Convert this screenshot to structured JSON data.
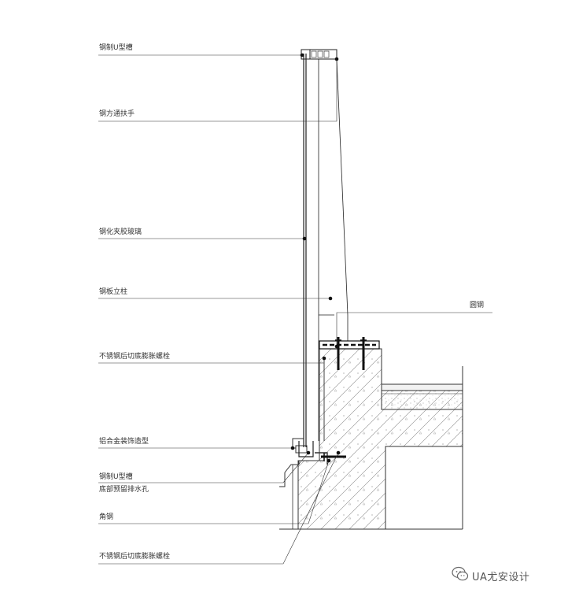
{
  "labels": {
    "u_channel_top": "钢制U型槽",
    "steel_tube_handrail": "钢方通扶手",
    "laminated_glass": "钢化夹胶玻璃",
    "steel_plate_post": "钢板立柱",
    "round_steel": "圆钢",
    "anchor_bolt_upper": "不锈钢后切底膨胀螺栓",
    "aluminum_trim": "铝合金装饰造型",
    "u_channel_bottom": "钢制U型槽",
    "drain_hole": "底部预留排水孔",
    "angle_steel": "角钢",
    "anchor_bolt_lower": "不锈钢后切底膨胀螺栓"
  },
  "watermark": {
    "text": "UA尤安设计",
    "logo": "wechat-logo-icon"
  },
  "colors": {
    "line": "#333333",
    "hatch": "#777777",
    "fill_point": "#111111"
  }
}
